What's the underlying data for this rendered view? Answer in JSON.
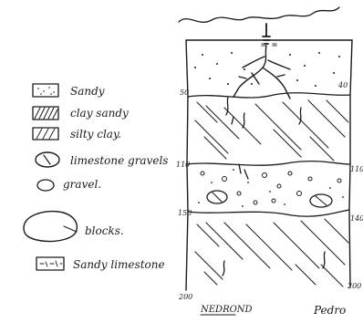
{
  "top_mark": "= =",
  "legend": {
    "items": [
      {
        "label": "Sandy"
      },
      {
        "label": "clay sandy"
      },
      {
        "label": "silty clay."
      },
      {
        "label": "limestone gravels"
      },
      {
        "label": "gravel."
      },
      {
        "label": "blocks."
      },
      {
        "label": "Sandy limestone"
      }
    ]
  },
  "column": {
    "depth_marks_left": [
      "50",
      "110",
      "150",
      "200"
    ],
    "depth_marks_right": [
      "40",
      "110",
      "140",
      "200"
    ]
  },
  "labels": {
    "left_bottom": "NEDROND",
    "right_bottom": "Pedro"
  }
}
